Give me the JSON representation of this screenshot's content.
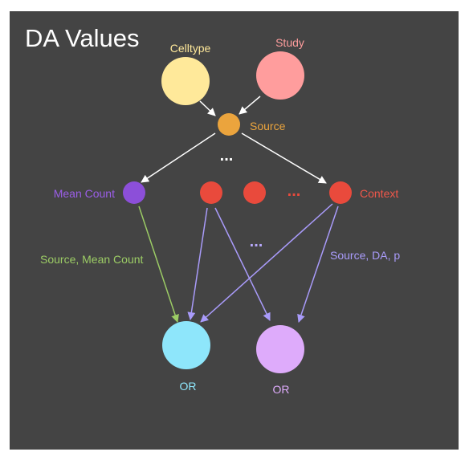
{
  "title": "DA Values",
  "nodes": {
    "celltype": {
      "label": "Celltype",
      "color": "#ffe99a",
      "label_color": "#ffe99a"
    },
    "study": {
      "label": "Study",
      "color": "#ff9d9d",
      "label_color": "#ff9d9d"
    },
    "source": {
      "label": "Source",
      "color": "#eba43d",
      "label_color": "#eba43d"
    },
    "mean_count": {
      "label": "Mean Count",
      "color": "#8c4fd9",
      "label_color": "#9b5ee8"
    },
    "context": {
      "label": "Context",
      "color": "#e94a3c",
      "label_color": "#f0574a"
    },
    "or_left": {
      "label": "OR",
      "color": "#8ee6fb",
      "label_color": "#8ee6fb"
    },
    "or_right": {
      "label": "OR",
      "color": "#deabfb",
      "label_color": "#deabfb"
    }
  },
  "edge_labels": {
    "source_mean_count": {
      "text": "Source, Mean Count",
      "color": "#9ccc65"
    },
    "source_da_p": {
      "text": "Source, DA, p",
      "color": "#a99bfa"
    }
  },
  "ellipses": {
    "middle_top": "...",
    "context_row": "...",
    "between_arrows": "..."
  },
  "colors": {
    "background": "#444444",
    "arrow_white": "#ffffff",
    "arrow_green": "#9ccc65",
    "arrow_purple": "#a99bfa",
    "ellipsis_white": "#ffffff",
    "ellipsis_red": "#e94a3c",
    "ellipsis_purple": "#b7a9fc"
  }
}
